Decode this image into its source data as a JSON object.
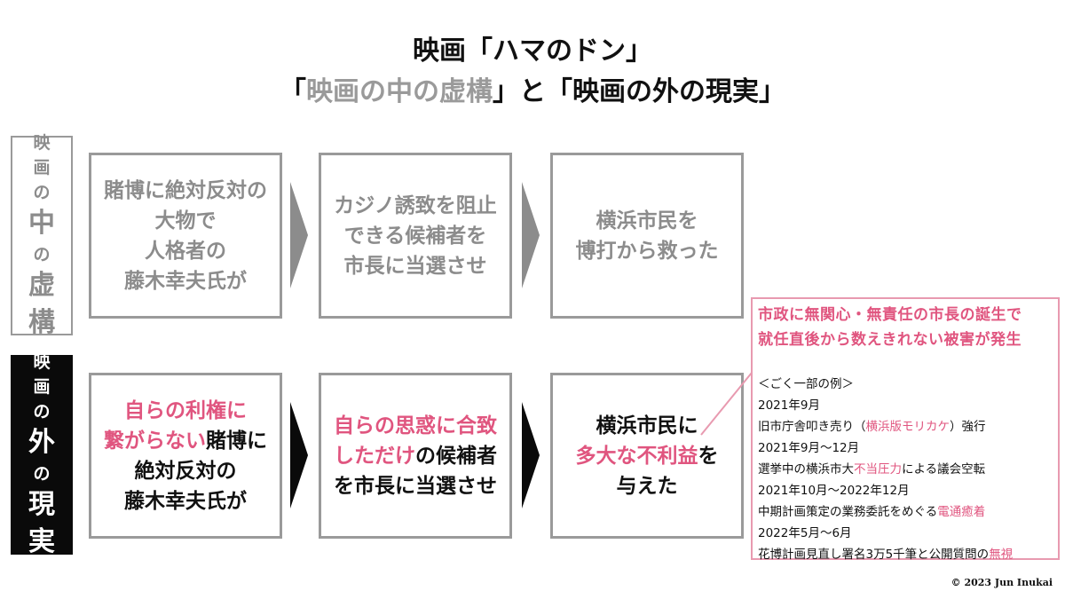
{
  "title": {
    "line1": "映画「ハマのドン」",
    "line2_open": "「",
    "line2_fiction": "映画の中の虚構",
    "line2_mid": "」と「",
    "line2_reality": "映画の外の現実",
    "line2_close": "」"
  },
  "side_top": [
    "映",
    "画",
    "の",
    "中",
    "の",
    "虚",
    "構"
  ],
  "side_bottom": [
    "映",
    "画",
    "の",
    "外",
    "の",
    "現",
    "実"
  ],
  "fiction": {
    "box1": [
      "賭博に絶対反対の",
      "大物で",
      "人格者の",
      "藤木幸夫氏が"
    ],
    "box2": [
      "カジノ誘致を阻止",
      "できる候補者を",
      "市長に当選させ"
    ],
    "box3": [
      "横浜市民を",
      "博打から救った"
    ]
  },
  "reality": {
    "box1": {
      "l1": "自らの利権に",
      "l2_pink": "繋がらない",
      "l2_black": "賭博に",
      "l3": "絶対反対の",
      "l4": "藤木幸夫氏が"
    },
    "box2": {
      "l1": "自らの思惑に合致",
      "l2_pink": "しただけ",
      "l2_black": "の候補者",
      "l3": "を市長に当選させ"
    },
    "box3": {
      "l1": "横浜市民に",
      "l2_pink": "多大な不利益",
      "l2_black": "を",
      "l3": "与えた"
    }
  },
  "examples": {
    "headline1": "市政に無関心・無責任の市長の誕生で",
    "headline2": "就任直後から数えきれない被害が発生",
    "label": "＜ごく一部の例＞",
    "items": [
      {
        "date": "2021年9月",
        "pre": "旧市庁舎叩き売り（",
        "pink": "横浜版モリカケ",
        "post": "）強行"
      },
      {
        "date": "2021年9月～12月",
        "pre": "選挙中の横浜市大",
        "pink": "不当圧力",
        "post": "による議会空転"
      },
      {
        "date": "2021年10月～2022年12月",
        "pre": "中期計画策定の業務委託をめぐる",
        "pink": "電通癒着",
        "post": ""
      },
      {
        "date": "2022年5月～6月",
        "pre": "花博計画見直し署名3万5千筆と公開質問の",
        "pink": "無視",
        "post": ""
      }
    ]
  },
  "copyright": "© 2023 Jun Inukai",
  "colors": {
    "accent": "#e0557f",
    "gray": "#9a9a9a",
    "dark": "#0a0a0a"
  }
}
